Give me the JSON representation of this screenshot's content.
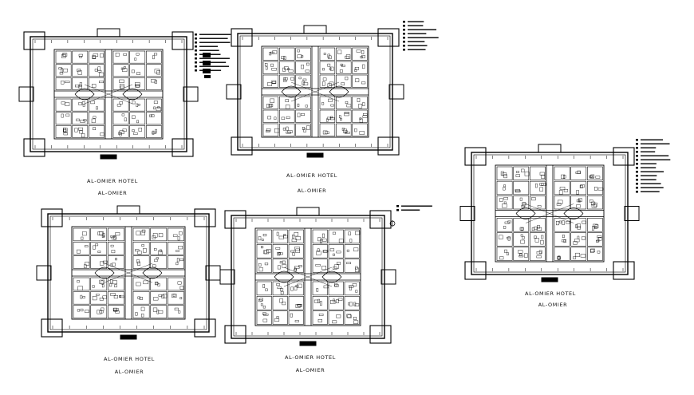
{
  "drawing": {
    "line_color": "#000000",
    "background": "#ffffff",
    "plans": [
      {
        "title": "AL-OMIER HOTEL",
        "subtitle": "AL-OMIER",
        "has_legend": true
      },
      {
        "title": "AL-OMIER HOTEL",
        "subtitle": "AL-OMIER",
        "has_legend": true
      },
      {
        "title": "AL-OMIER HOTEL",
        "subtitle": "AL-OMIER",
        "has_legend": false
      },
      {
        "title": "AL-OMIER HOTEL",
        "subtitle": "AL-OMIER",
        "has_legend": true
      },
      {
        "title": "AL-OMIER HOTEL",
        "subtitle": "AL-OMIER",
        "has_legend": true
      }
    ]
  }
}
